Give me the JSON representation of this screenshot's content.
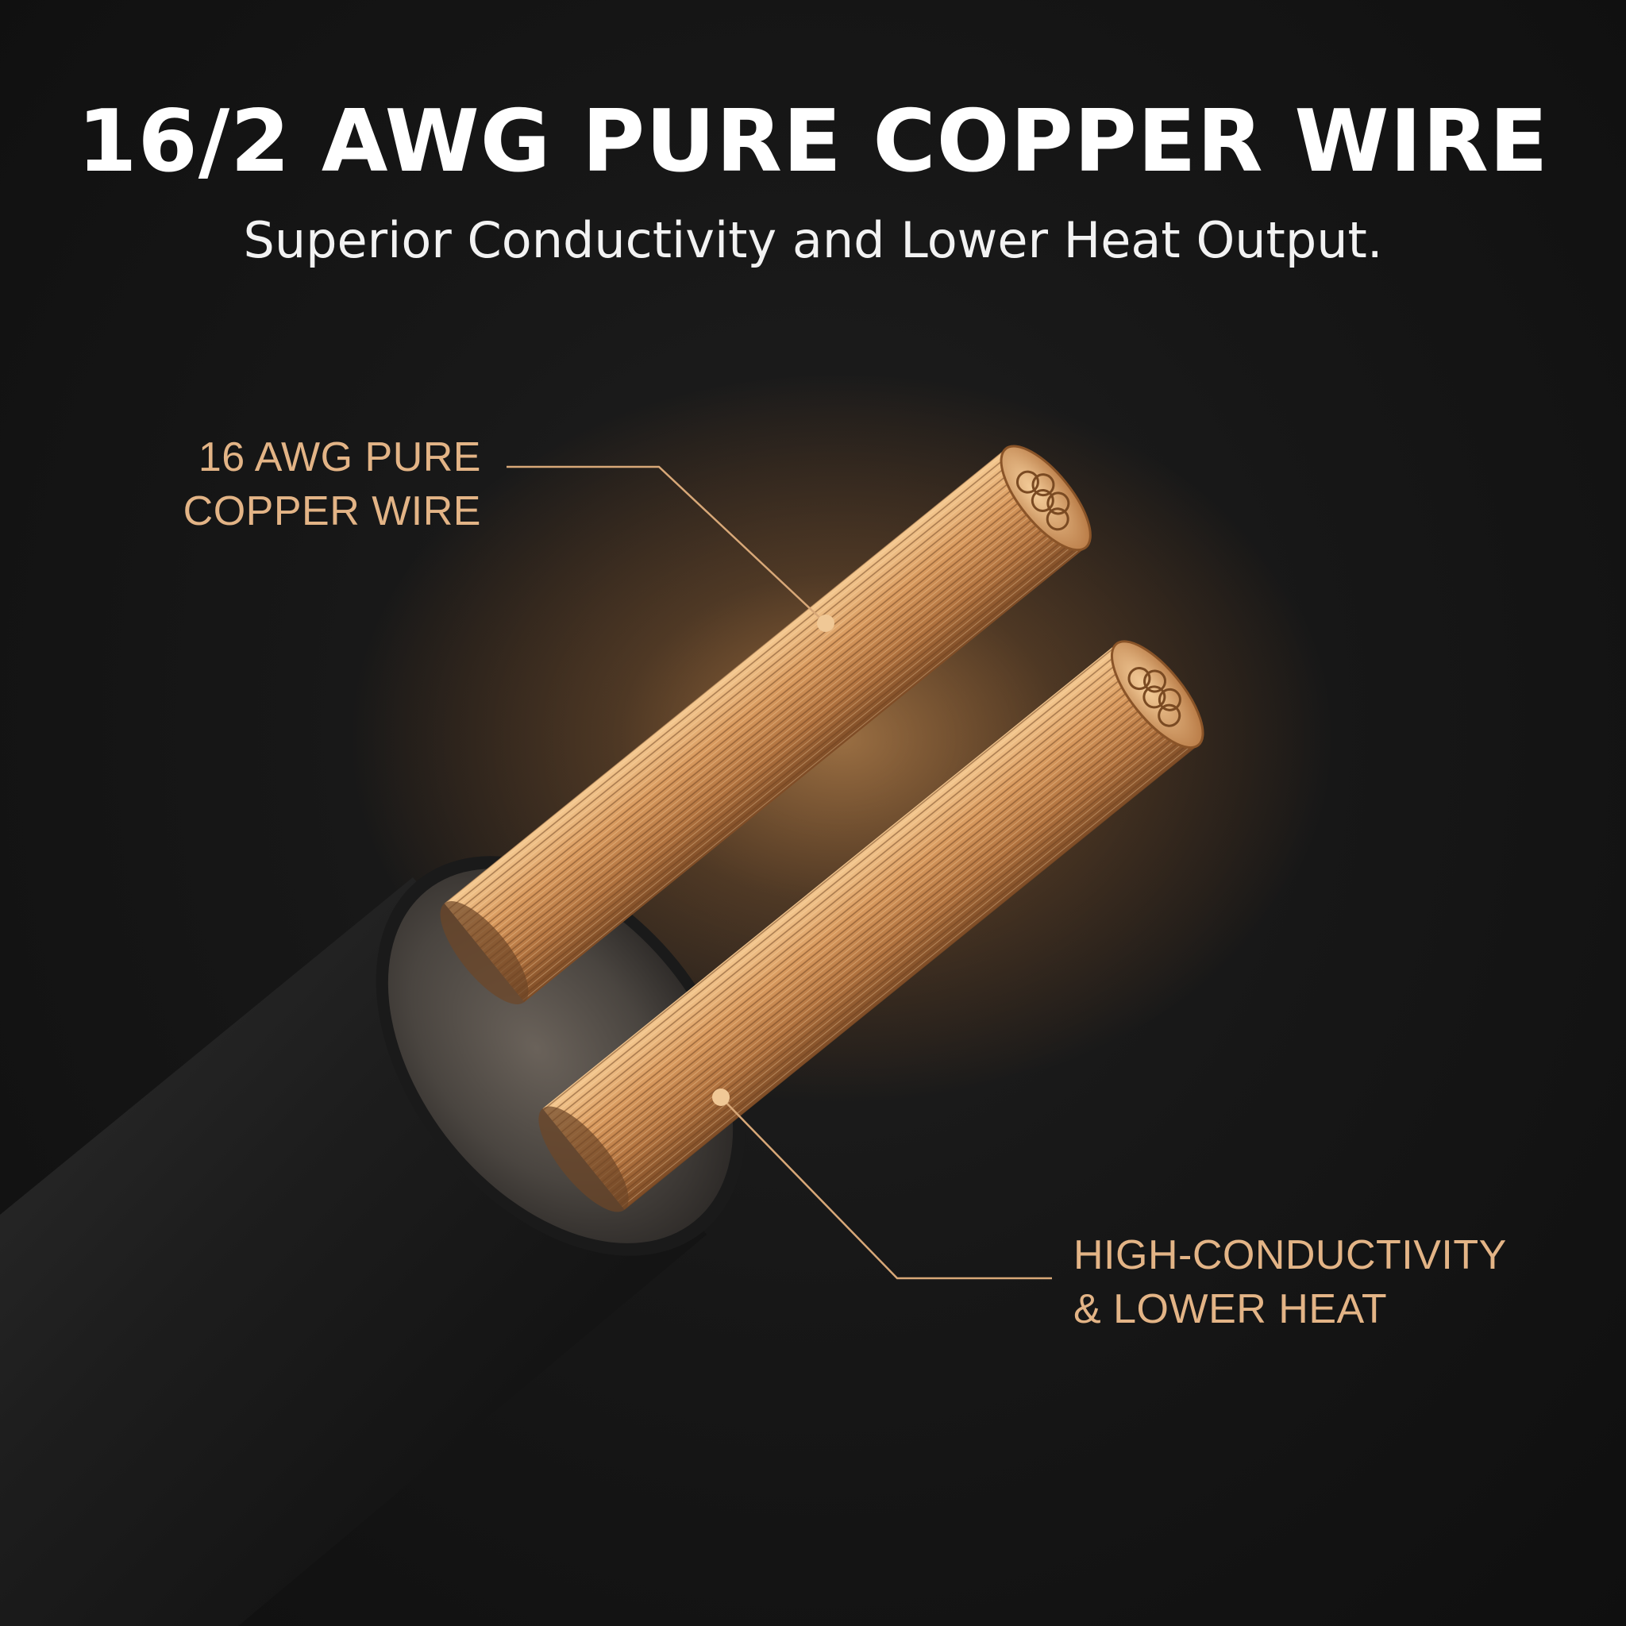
{
  "header": {
    "title": "16/2 AWG PURE COPPER WIRE",
    "subtitle": "Superior Conductivity and Lower Heat Output."
  },
  "callouts": {
    "top": {
      "line1": "16 AWG PURE",
      "line2": "COPPER WIRE"
    },
    "bottom": {
      "line1": "HIGH-CONDUCTIVITY",
      "line2": "& LOWER HEAT"
    }
  },
  "colors": {
    "background": "#151515",
    "title": "#ffffff",
    "accent": "#e3b486",
    "copper": "#c98a52",
    "jacket": "#1c1c1c"
  }
}
